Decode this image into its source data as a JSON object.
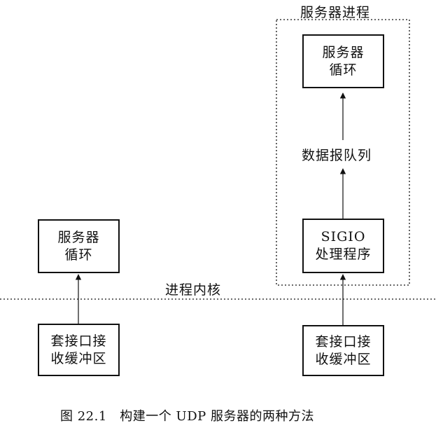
{
  "process_label": "服务器进程",
  "left": {
    "top_box": [
      "服务器",
      "循环"
    ],
    "bottom_box": [
      "套接口接",
      "收缓冲区"
    ]
  },
  "right": {
    "top_box": [
      "服务器",
      "循环"
    ],
    "queue_label": "数据报队列",
    "handler_box": [
      "SIGIO",
      "处理程序"
    ],
    "bottom_box": [
      "套接口接",
      "收缓冲区"
    ]
  },
  "boundary_label": "进程内核",
  "caption": "图 22.1　构建一个 UDP 服务器的两种方法"
}
